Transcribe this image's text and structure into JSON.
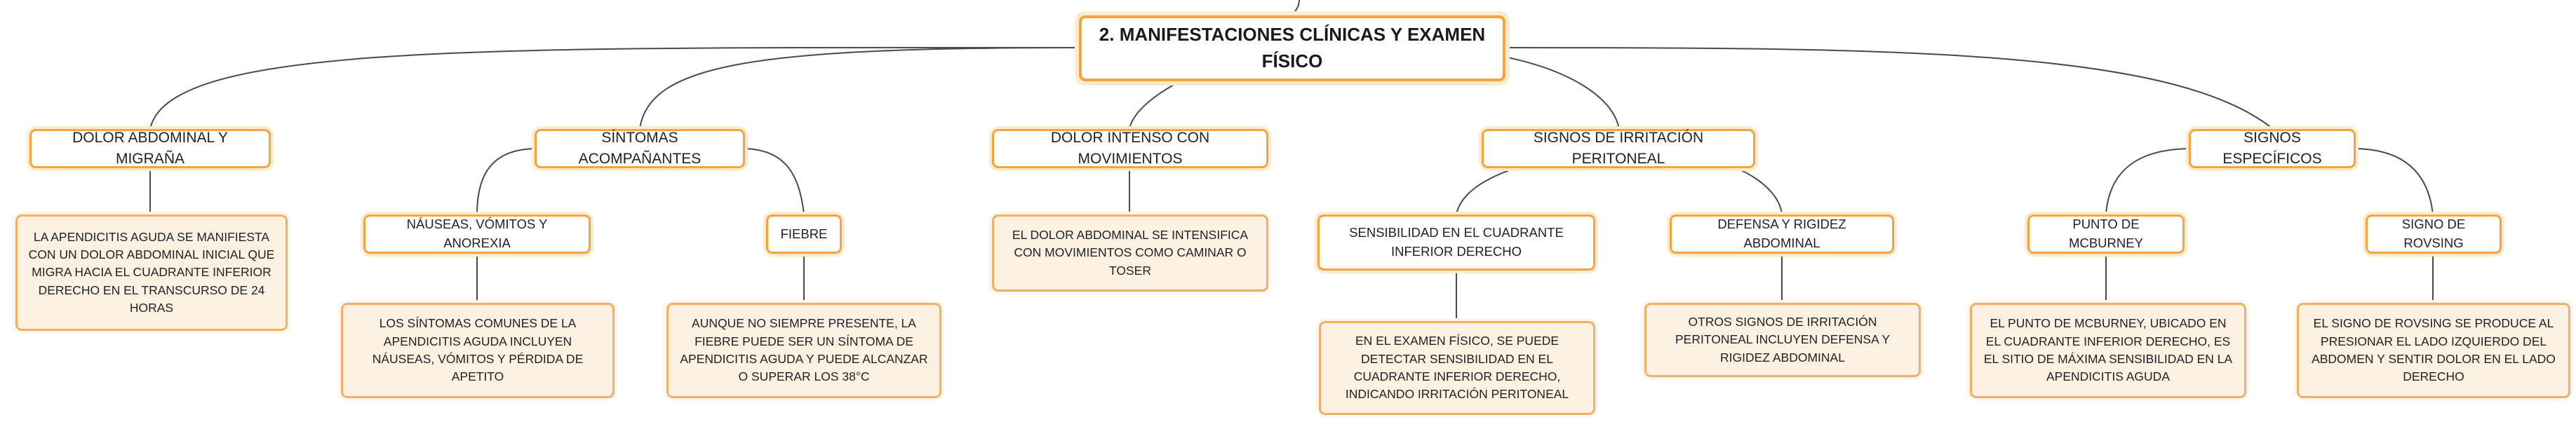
{
  "root": {
    "label": "2. MANIFESTACIONES CLÍNICAS Y EXAMEN FÍSICO"
  },
  "branches": [
    {
      "label": "DOLOR ABDOMINAL Y MIGRAÑA",
      "detail": "LA APENDICITIS AGUDA SE MANIFIESTA CON UN DOLOR ABDOMINAL INICIAL QUE MIGRA HACIA EL CUADRANTE INFERIOR DERECHO EN EL TRANSCURSO DE 24 HORAS"
    },
    {
      "label": "SÍNTOMAS ACOMPAÑANTES",
      "children": [
        {
          "label": "NÁUSEAS, VÓMITOS Y ANOREXIA",
          "detail": "LOS SÍNTOMAS COMUNES DE LA APENDICITIS AGUDA INCLUYEN NÁUSEAS, VÓMITOS Y PÉRDIDA DE APETITO"
        },
        {
          "label": "FIEBRE",
          "detail": "AUNQUE NO SIEMPRE PRESENTE, LA FIEBRE PUEDE SER UN SÍNTOMA DE APENDICITIS AGUDA Y PUEDE ALCANZAR O SUPERAR LOS 38°C"
        }
      ]
    },
    {
      "label": "DOLOR INTENSO CON MOVIMIENTOS",
      "detail": "EL DOLOR ABDOMINAL SE INTENSIFICA CON MOVIMIENTOS COMO CAMINAR O TOSER"
    },
    {
      "label": "SIGNOS DE IRRITACIÓN PERITONEAL",
      "children": [
        {
          "label": "SENSIBILIDAD EN EL CUADRANTE INFERIOR DERECHO",
          "detail": "EN EL EXAMEN FÍSICO, SE PUEDE DETECTAR SENSIBILIDAD EN EL CUADRANTE INFERIOR DERECHO, INDICANDO IRRITACIÓN PERITONEAL"
        },
        {
          "label": "DEFENSA Y RIGIDEZ ABDOMINAL",
          "detail": "OTROS SIGNOS DE IRRITACIÓN PERITONEAL INCLUYEN DEFENSA Y RIGIDEZ ABDOMINAL"
        }
      ]
    },
    {
      "label": "SIGNOS ESPECÍFICOS",
      "children": [
        {
          "label": "PUNTO DE MCBURNEY",
          "detail": "EL PUNTO DE MCBURNEY, UBICADO EN EL CUADRANTE INFERIOR DERECHO, ES EL SITIO DE MÁXIMA SENSIBILIDAD EN LA APENDICITIS AGUDA"
        },
        {
          "label": "SIGNO DE ROVSING",
          "detail": "EL SIGNO DE ROVSING SE PRODUCE AL PRESIONAR EL LADO IZQUIERDO DEL ABDOMEN Y SENTIR DOLOR EN EL LADO DERECHO"
        }
      ]
    }
  ]
}
